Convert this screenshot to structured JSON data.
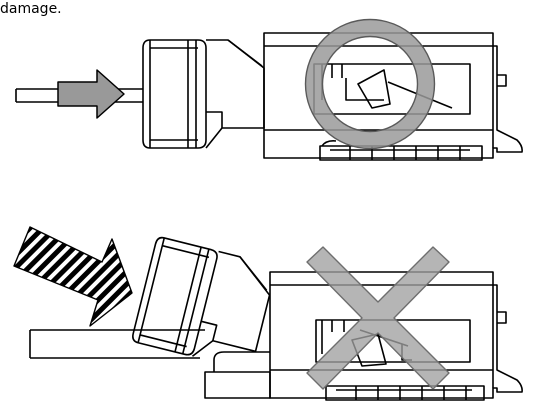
{
  "caption": "damage.",
  "colors": {
    "line": "#000000",
    "mark_fill": "#a0a0a0",
    "mark_stroke": "#6e6e6e",
    "arrow_gray": "#999999"
  },
  "figures": [
    {
      "id": "correct-insertion",
      "mark": "circle-ok-icon",
      "arrow": "solid-arrow-icon"
    },
    {
      "id": "incorrect-insertion",
      "mark": "cross-ng-icon",
      "arrow": "striped-arrow-icon"
    }
  ]
}
